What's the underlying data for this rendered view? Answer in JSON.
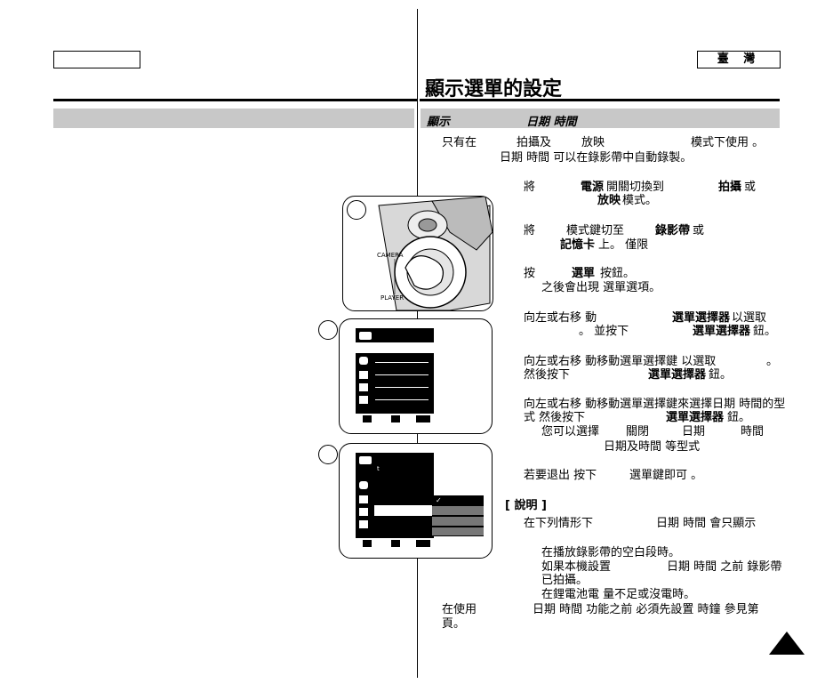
{
  "header": {
    "language_label": "臺 灣",
    "page_title": "顯示選單的設定"
  },
  "section": {
    "head_left": "顯示",
    "head_right": "日期 時間"
  },
  "intro": {
    "line1_a": "只有在",
    "line1_b": "拍攝及",
    "line1_c": "放映",
    "line1_d": "模式下使用 。",
    "line2": "日期 時間 可以在錄影帶中自動錄製。"
  },
  "steps": [
    {
      "a": "將",
      "b": "電源",
      "c": "開關切換到",
      "d": "拍攝",
      "e": "或",
      "f": "放映",
      "g": "模式。"
    },
    {
      "a": "將",
      "b": "模式鍵切至",
      "c": "錄影帶",
      "d": "或",
      "e": "記憶卡",
      "f": "上。 僅限"
    },
    {
      "a": "按",
      "b": "選單",
      "c": "按鈕。",
      "d": "之後會出現 選單選項。"
    },
    {
      "a": "向左或右移 動",
      "b": "選單選擇器",
      "c": "以選取",
      "d": "。 並按下",
      "e": "選單選擇器",
      "f": "鈕。"
    },
    {
      "a": "向左或右移 動移動選單選擇鍵 以選取",
      "b": "。",
      "c": "然後按下",
      "d": "選單選擇器",
      "e": "鈕。"
    },
    {
      "a": "向左或右移 動移動選單選擇鍵來選擇日期 時間的型",
      "b": "式 然後按下",
      "c": "選單選擇器",
      "d": "鈕。",
      "e": "您可以選擇",
      "f": "關閉",
      "g": "日期",
      "h": "時間",
      "i": "日期及時間 等型式"
    },
    {
      "a": "若要退出 按下",
      "b": "選單鍵即可 。"
    }
  ],
  "notes": {
    "title": "[ 說明 ]",
    "intro_a": "在下列情形下",
    "intro_b": "日期 時間 會只顯示",
    "item1": "在播放錄影帶的空白段時。",
    "item2_a": "如果本機設置",
    "item2_b": "日期 時間 之前 錄影帶",
    "item2_c": "已拍攝。",
    "item3": "在鋰電池電 量不足或沒電時。",
    "footer_a": "在使用",
    "footer_b": "日期 時間 功能之前 必須先設置 時鐘 參見第",
    "footer_c": "頁。"
  },
  "illustration": {
    "dial_top": "CAMERA",
    "dial_bottom": "PLAYER",
    "screen3_item": "t"
  },
  "icons": {
    "next_page": "triangle-up-icon",
    "checkmark": "check-icon"
  }
}
